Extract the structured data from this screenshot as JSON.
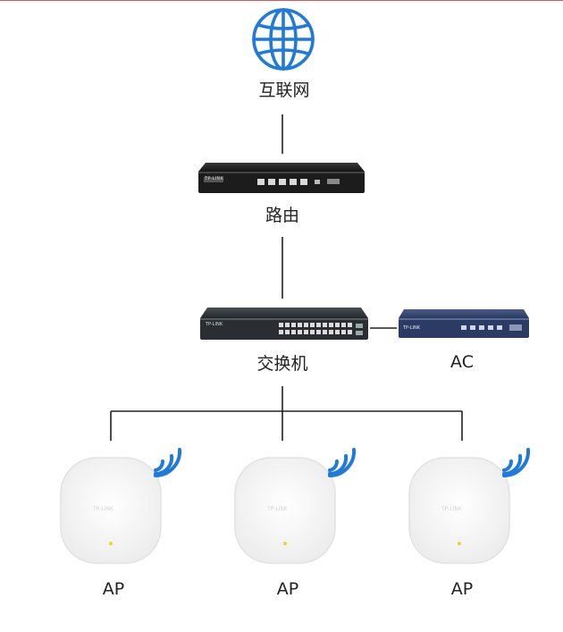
{
  "labels": {
    "internet": "互联网",
    "router": "路由",
    "switch": "交换机",
    "ac": "AC",
    "ap1": "AP",
    "ap2": "AP",
    "ap3": "AP"
  },
  "device_branding": {
    "router_brand": "TP-LINK",
    "switch_brand": "TP-LINK",
    "ac_brand": "TP-LINK",
    "ap_brand": "TP-LINK"
  },
  "icons": {
    "internet": "globe-icon",
    "wifi": "wifi-signal-icon"
  },
  "colors": {
    "accent": "#1f7ad9",
    "line": "#222222",
    "top_rule": "#d65a5a",
    "router_body": "#1c1c1c",
    "switch_body": "#2a2e33",
    "ac_body": "#2b3b63",
    "ap_body": "#f4f4f4",
    "ap_led": "#e7d43a"
  }
}
